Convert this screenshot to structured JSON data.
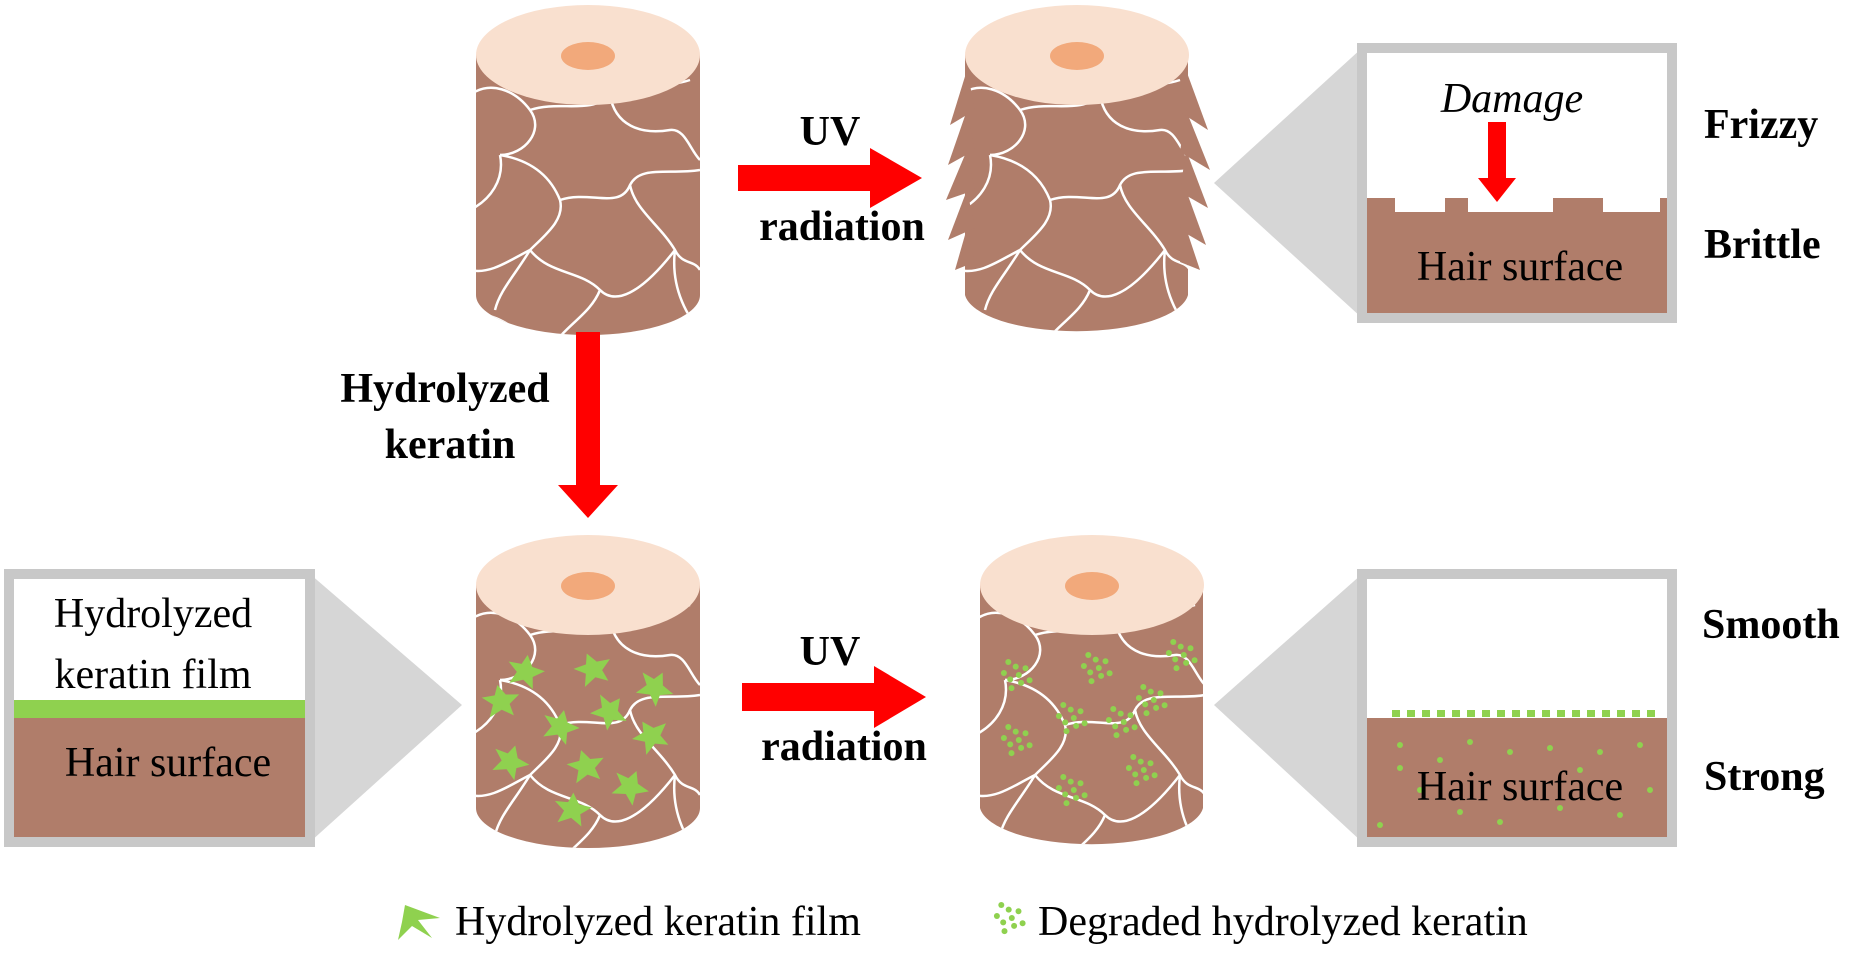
{
  "colors": {
    "hair_top": "#f9e0cf",
    "hair_core": "#f2a97b",
    "hair_side": "#b07d6a",
    "cuticle_line": "#ffffff",
    "arrow": "#ff0000",
    "film_green": "#8fd14f",
    "panel_border": "#c8c8c8",
    "callout_gray": "#d6d6d6"
  },
  "arrows": {
    "uv_top": {
      "line1": "UV",
      "line2": "radiation"
    },
    "keratin": {
      "line1": "Hydrolyzed",
      "line2": "keratin"
    },
    "uv_bottom": {
      "line1": "UV",
      "line2": "radiation"
    }
  },
  "panels": {
    "damage": {
      "label": "Damage",
      "surface": "Hair surface"
    },
    "film": {
      "line1": "Hydrolyzed",
      "line2": "keratin film",
      "surface": "Hair surface"
    },
    "protected": {
      "surface": "Hair surface"
    }
  },
  "properties": {
    "untreated": [
      "Frizzy",
      "Brittle"
    ],
    "treated": [
      "Smooth",
      "Strong"
    ]
  },
  "legend": {
    "film": "Hydrolyzed keratin film",
    "degraded": "Degraded hydrolyzed keratin"
  }
}
